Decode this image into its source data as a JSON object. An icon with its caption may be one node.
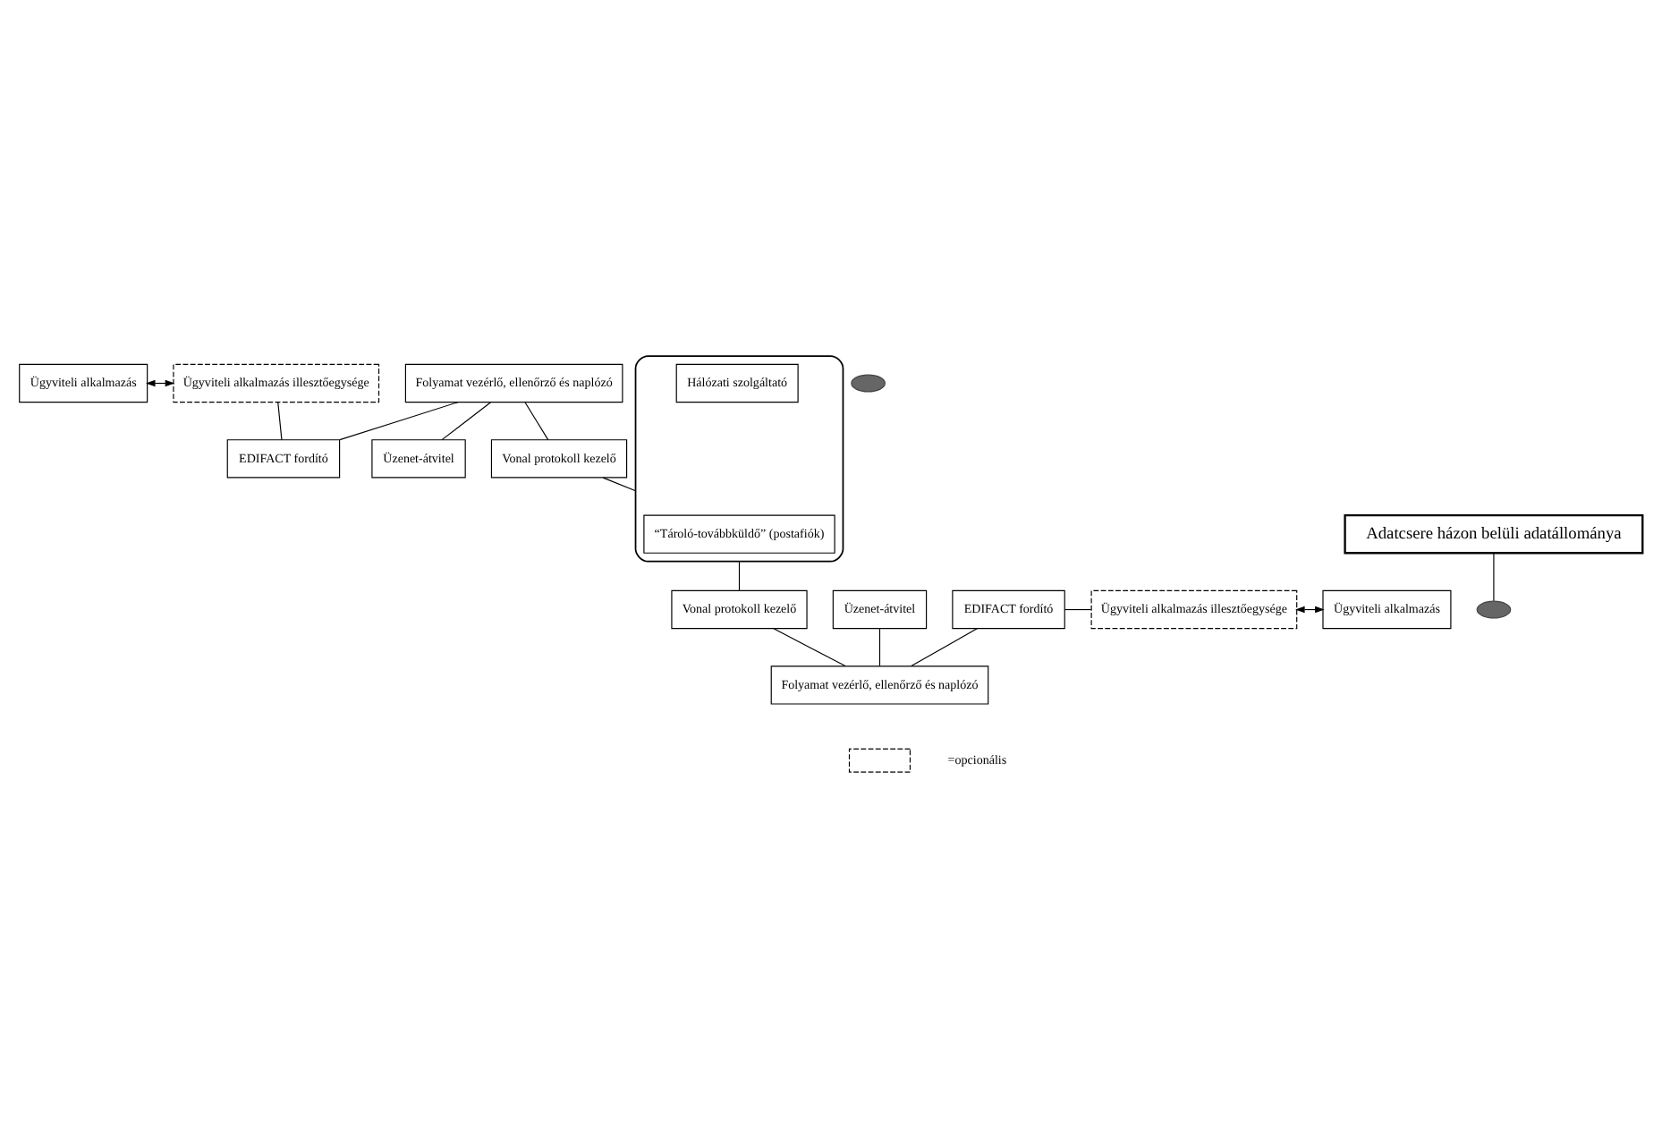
{
  "diagram": {
    "nodes": [
      {
        "text": [
          "Ügyviteli alkalmazás"
        ]
      },
      {
        "text": [],
        "shape": "ellipse"
      },
      {
        "text": [
          "Ügyviteli alkalmazás illesztőegysége"
        ]
      },
      {
        "text": [
          "Folyamat vezérlő, ellenőrző és naplózó"
        ]
      },
      {
        "text": [
          "EDIFACT fordító"
        ]
      },
      {
        "text": [
          "Üzenet-átvitel"
        ]
      },
      {
        "text": [
          "Vonal protokoll kezelő"
        ]
      },
      {
        "text": [],
        "shape": "cloud"
      },
      {
        "text": [
          "“Tároló-továbbküldő” (postafiók)"
        ],
        "in": 7
      },
      {
        "text": [
          "Hálózati szolgáltató"
        ],
        "in": 7
      },
      {
        "text": [
          "Adatcsere házon belüli adatállománya"
        ]
      },
      {
        "text": [
          "Vonal protokoll kezelő"
        ]
      },
      {
        "text": [
          "Üzenet-átvitel"
        ]
      },
      {
        "text": [
          "EDIFACT fordító"
        ]
      },
      {
        "text": [],
        "shape": "ellipse"
      },
      {
        "text": [
          "Ügyviteli alkalmazás illesztőegysége"
        ]
      },
      {
        "text": [
          "Ügyviteli alkalmazás"
        ]
      },
      {
        "text": [
          "Folyamat vezérlő, ellenőrző és naplózó"
        ]
      }
    ],
    "edges": [
      {
        "from": 0,
        "to": 2,
        "arrow": "both"
      },
      {
        "from": 2,
        "to": 4,
        "arrow": "none"
      },
      {
        "from": 3,
        "to": 4,
        "arrow": "none"
      },
      {
        "from": 3,
        "to": 5,
        "arrow": "none"
      },
      {
        "from": 3,
        "to": 6,
        "arrow": "none"
      },
      {
        "from": 6,
        "to": 7,
        "arrow": "none"
      },
      {
        "from": 7,
        "to": 11,
        "arrow": "none"
      },
      {
        "from": 10,
        "to": 14,
        "arrow": "none"
      },
      {
        "from": 11,
        "to": 17,
        "arrow": "none"
      },
      {
        "from": 12,
        "to": 17,
        "arrow": "none"
      },
      {
        "from": 13,
        "to": 17,
        "arrow": "none"
      },
      {
        "from": 13,
        "to": 15,
        "arrow": "none"
      },
      {
        "from": 15,
        "to": 16,
        "arrow": "both"
      }
    ],
    "legend": [
      {
        "text": "=opcionális"
      }
    ]
  }
}
